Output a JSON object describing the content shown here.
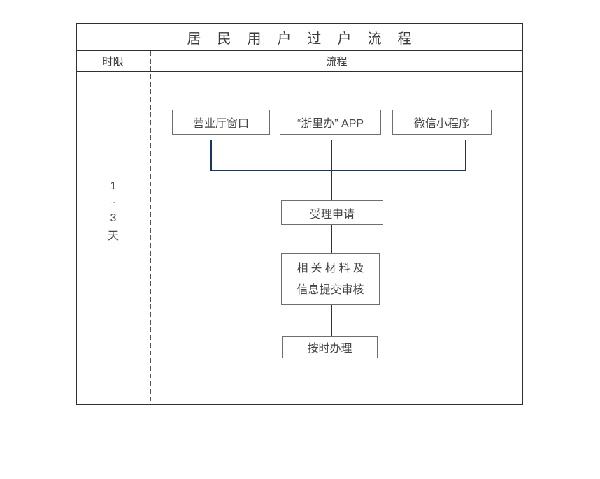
{
  "diagram": {
    "title": "居民用户过户流程",
    "header": {
      "time_column": "时限",
      "process_column": "流程"
    },
    "time_limit": {
      "lines": [
        "1",
        "~",
        "3",
        "天"
      ]
    },
    "flow": {
      "sources": [
        {
          "label": "营业厅窗口"
        },
        {
          "label": "“浙里办” APP"
        },
        {
          "label": "微信小程序"
        }
      ],
      "steps": [
        {
          "label": "受理申请"
        },
        {
          "lines": [
            "相关材料及",
            "信息提交审核"
          ]
        },
        {
          "label": "按时办理"
        }
      ]
    },
    "colors": {
      "frame_border": "#2f2f2f",
      "box_border": "#6e6e6e",
      "text": "#3f3f3f",
      "connector_line": "#17375e",
      "dashed_divider": "#555555",
      "background": "#ffffff"
    }
  }
}
